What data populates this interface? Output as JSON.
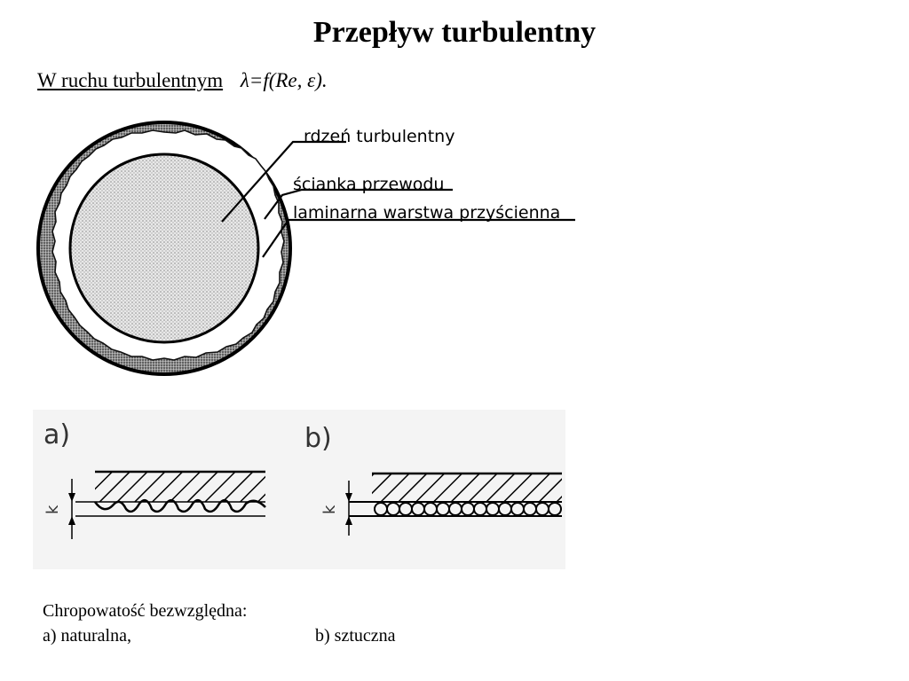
{
  "title": "Przepływ turbulentny",
  "intro": {
    "text": "W ruchu turbulentnym",
    "formula": "λ=f(Re, ε)."
  },
  "pipe_figure": {
    "labels": {
      "core": "rdzeń turbulentny",
      "wall": "ścianka przewodu",
      "laminar": "laminarna warstwa przyścienna"
    }
  },
  "roughness_figure": {
    "panel_a": "a)",
    "panel_b": "b)",
    "k_label": "k"
  },
  "caption": {
    "heading": "Chropowatość bezwzględna:",
    "natural": "a) naturalna,",
    "artificial": "b) sztuczna"
  },
  "colors": {
    "ink": "#000000",
    "stipple": "#d4d4d4",
    "wall_fill": "#8a8a8a",
    "scan_background": "#f4f4f4"
  }
}
